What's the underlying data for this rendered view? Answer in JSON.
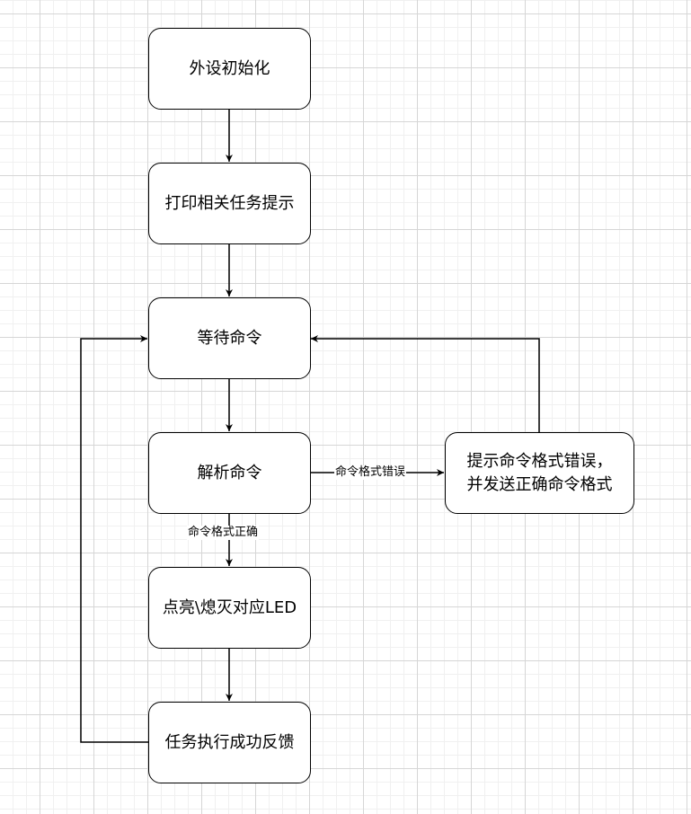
{
  "diagram": {
    "type": "flowchart",
    "nodes": [
      {
        "id": "init",
        "label": "外设初始化"
      },
      {
        "id": "print",
        "label": "打印相关任务提示"
      },
      {
        "id": "wait",
        "label": "等待命令"
      },
      {
        "id": "parse",
        "label": "解析命令"
      },
      {
        "id": "led",
        "label": "点亮\\熄灭对应LED"
      },
      {
        "id": "feedback",
        "label": "任务执行成功反馈"
      },
      {
        "id": "error",
        "label": "提示命令格式错误，\n并发送正确命令格式"
      }
    ],
    "edges": [
      {
        "from": "init",
        "to": "print",
        "label": ""
      },
      {
        "from": "print",
        "to": "wait",
        "label": ""
      },
      {
        "from": "wait",
        "to": "parse",
        "label": ""
      },
      {
        "from": "parse",
        "to": "error",
        "label": "命令格式错误"
      },
      {
        "from": "parse",
        "to": "led",
        "label": "命令格式正确"
      },
      {
        "from": "led",
        "to": "feedback",
        "label": ""
      },
      {
        "from": "feedback",
        "to": "wait",
        "label": ""
      },
      {
        "from": "error",
        "to": "wait",
        "label": ""
      }
    ]
  }
}
